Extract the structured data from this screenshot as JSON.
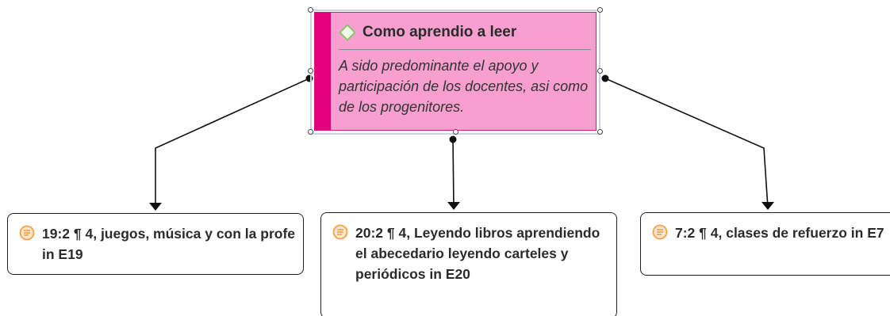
{
  "memo": {
    "icon": "memo-diamond-icon",
    "title": "Como aprendio a leer",
    "body": "A sido predominante el apoyo y participación de los docentes, asi como de los progenitores.",
    "colors": {
      "fill": "#f7a0d0",
      "strip": "#e4007c",
      "border": "#d8187f",
      "icon": "#8dc26f"
    }
  },
  "quotations": [
    {
      "icon": "quotation-icon",
      "text": "19:2 ¶ 4, juegos, música y con la profe in E19"
    },
    {
      "icon": "quotation-icon",
      "text": "20:2 ¶ 4, Leyendo libros aprendiendo el abecedario leyendo carteles y periódicos in E20"
    },
    {
      "icon": "quotation-icon",
      "text": "7:2 ¶ 4, clases de refuerzo in E7"
    }
  ],
  "colors": {
    "quotation_icon": "#f5a04a",
    "link": "#111111"
  }
}
